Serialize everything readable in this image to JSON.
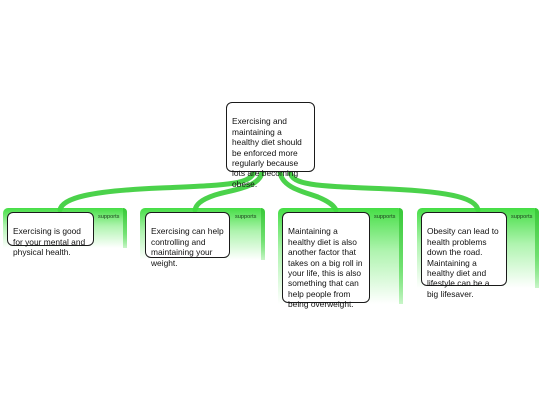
{
  "diagram": {
    "colors": {
      "connector": "#4bd24b",
      "panel": "#3cdc3c",
      "box_border": "#1a1a1a",
      "box_fill": "#ffffff"
    },
    "root": {
      "text": "Exercising and maintaining a healthy diet should be enforced more regularly because lots are becoming obese."
    },
    "children": [
      {
        "text": "Exercising is good for your mental and physical health.",
        "relation": "supports"
      },
      {
        "text": "Exercising can help controlling and maintaining your weight.",
        "relation": "supports"
      },
      {
        "text": "Maintaining a healthy diet is also another factor that takes on a big roll in your life, this is also something that can help people from being overweight.",
        "relation": "supports"
      },
      {
        "text": "Obesity can lead to health problems down the road. Maintaining a healthy diet and lifestyle can be a big lifesaver.",
        "relation": "supports"
      }
    ]
  }
}
